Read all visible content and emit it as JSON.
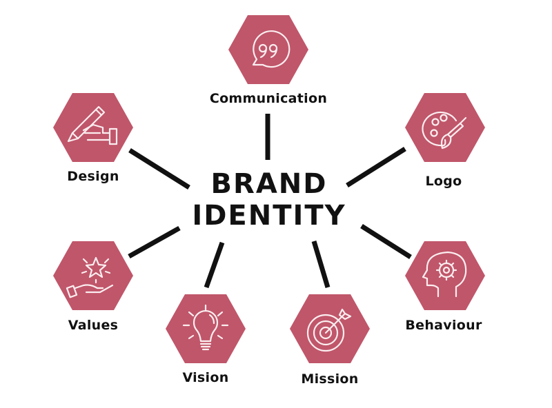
{
  "diagram": {
    "center": {
      "line1": "BRAND",
      "line2": "IDENTITY"
    },
    "colors": {
      "hexagon": "#c0566a",
      "icon_stroke": "#fbeef0",
      "connector": "#111111",
      "text": "#111111",
      "background": "#ffffff"
    },
    "nodes": [
      {
        "id": "communication",
        "label": "Communication",
        "icon": "quote-speech-bubble-icon"
      },
      {
        "id": "design",
        "label": "Design",
        "icon": "hand-writing-pencil-icon"
      },
      {
        "id": "logo",
        "label": "Logo",
        "icon": "paint-palette-brush-icon"
      },
      {
        "id": "values",
        "label": "Values",
        "icon": "hand-holding-star-icon"
      },
      {
        "id": "vision",
        "label": "Vision",
        "icon": "light-bulb-icon"
      },
      {
        "id": "mission",
        "label": "Mission",
        "icon": "target-arrow-icon"
      },
      {
        "id": "behaviour",
        "label": "Behaviour",
        "icon": "head-gear-icon"
      }
    ]
  }
}
